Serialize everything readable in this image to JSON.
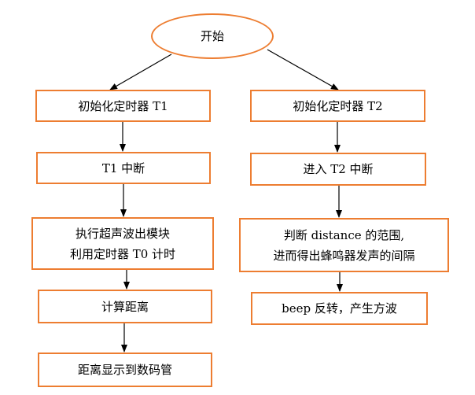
{
  "theme": {
    "box_border_color": "#ed7d31",
    "arrow_color": "#000000",
    "background": "#ffffff"
  },
  "nodes": {
    "start": {
      "lines": [
        "开始"
      ]
    },
    "init_t1": {
      "lines": [
        "初始化定时器 T1"
      ]
    },
    "t1_interrupt": {
      "lines": [
        "T1 中断"
      ]
    },
    "run_ultrasonic": {
      "lines": [
        "执行超声波出模块",
        "利用定时器 T0 计时"
      ]
    },
    "calc_distance": {
      "lines": [
        "计算距离"
      ]
    },
    "display_distance": {
      "lines": [
        "距离显示到数码管"
      ]
    },
    "init_t2": {
      "lines": [
        "初始化定时器 T2"
      ]
    },
    "t2_interrupt": {
      "lines": [
        "进入 T2 中断"
      ]
    },
    "judge_distance": {
      "lines": [
        "判断 distance 的范围,",
        "进而得出蜂鸣器发声的间隔"
      ]
    },
    "beep_toggle": {
      "lines": [
        "beep 反转，产生方波"
      ]
    }
  }
}
